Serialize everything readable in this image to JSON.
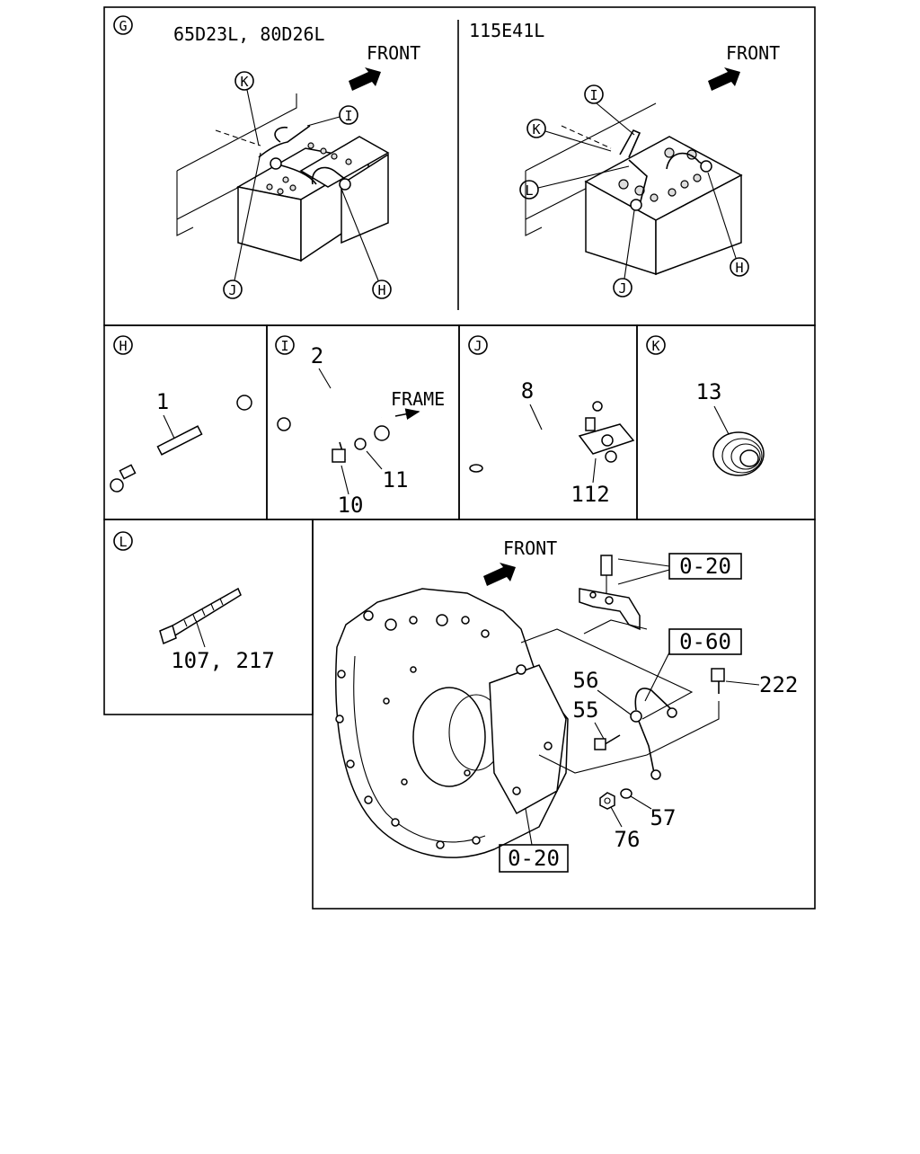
{
  "panels": {
    "g": {
      "marker": "G",
      "left_title": "65D23L, 80D26L",
      "right_title": "115E41L",
      "front_label": "FRONT",
      "left_callouts": [
        "K",
        "I",
        "J",
        "H"
      ],
      "right_callouts": [
        "I",
        "K",
        "L",
        "J",
        "H"
      ]
    },
    "h": {
      "marker": "H",
      "part": "1"
    },
    "i": {
      "marker": "I",
      "parts": [
        "2",
        "11",
        "10"
      ],
      "frame_label": "FRAME"
    },
    "j": {
      "marker": "J",
      "parts": [
        "8",
        "112"
      ]
    },
    "k": {
      "marker": "K",
      "part": "13"
    },
    "l": {
      "marker": "L",
      "part": "107, 217"
    },
    "bottom": {
      "front_label": "FRONT",
      "boxes": [
        "0-20",
        "0-60",
        "0-20"
      ],
      "parts": [
        "56",
        "55",
        "222",
        "57",
        "76"
      ]
    }
  }
}
